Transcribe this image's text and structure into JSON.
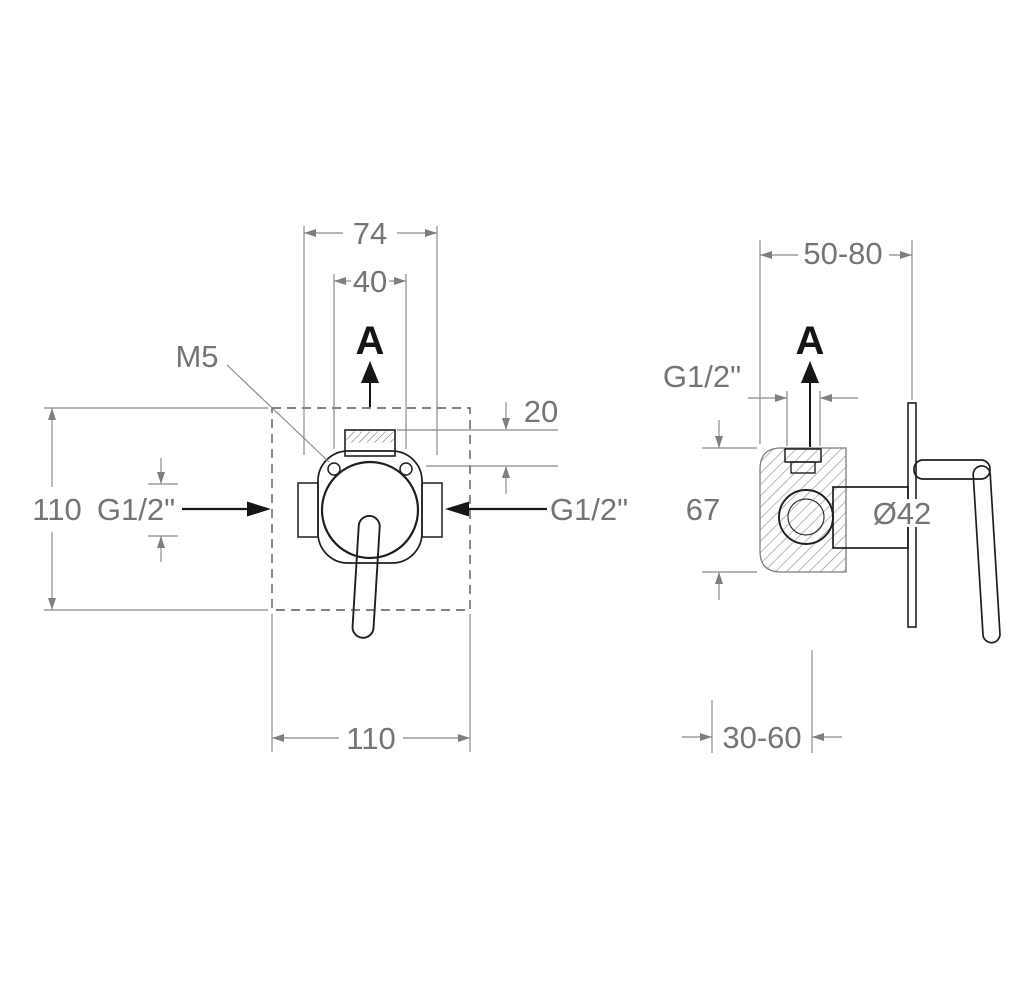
{
  "front_view": {
    "dim_width_top": "74",
    "dim_screw_spacing": "40",
    "dim_offset": "20",
    "dim_height": "110",
    "dim_width_bottom": "110",
    "screw_label": "M5",
    "inlet_left": "G1/2\"",
    "inlet_right": "G1/2\"",
    "section_arrow": "A"
  },
  "side_view": {
    "dim_depth_range": "50-80",
    "outlet_label": "G1/2\"",
    "dim_box_height": "67",
    "body_diameter": "Ø42",
    "dim_adjust_range": "30-60",
    "section_arrow": "A"
  },
  "colors": {
    "dimension_gray": "#8b8b8b",
    "text_gray": "#757575",
    "outline_black": "#1f1f1f",
    "background": "#ffffff"
  }
}
